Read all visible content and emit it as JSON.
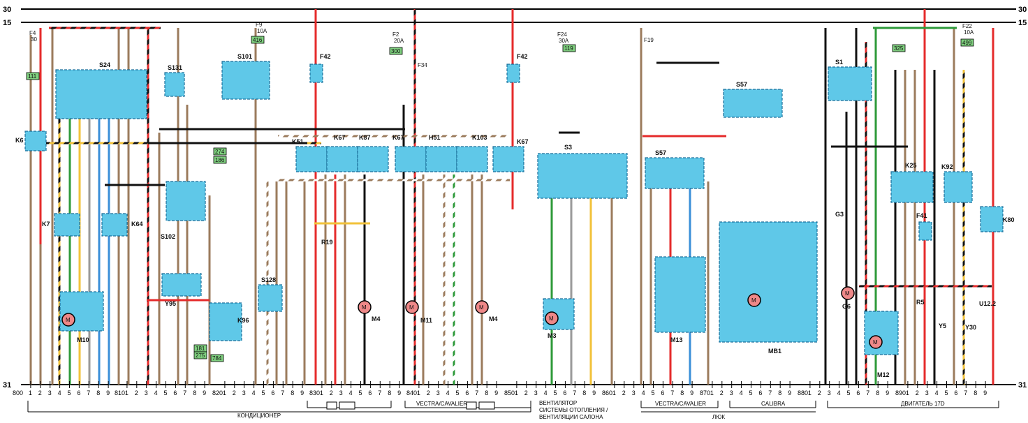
{
  "rails": {
    "top": "30",
    "second": "15",
    "ground": "31"
  },
  "colors": {
    "component": "#5fc8e8",
    "red": "#e52b2b",
    "black": "#111111",
    "brown": "#9b7b5c",
    "yellow": "#f2c23a",
    "green": "#2e9a3a",
    "blue": "#3a8fd8",
    "gray": "#9a9a9a",
    "pink": "#d88aa0",
    "box": "#7fd07f"
  },
  "blocks": [
    {
      "id": "800",
      "label": "800"
    },
    {
      "id": "810",
      "label": "810"
    },
    {
      "id": "820",
      "label": "820"
    },
    {
      "id": "830",
      "label": "830"
    },
    {
      "id": "840",
      "label": "840"
    },
    {
      "id": "850",
      "label": "850"
    },
    {
      "id": "860",
      "label": "860"
    },
    {
      "id": "870",
      "label": "870"
    },
    {
      "id": "880",
      "label": "880"
    },
    {
      "id": "890",
      "label": "890"
    }
  ],
  "groups": [
    {
      "id": "g1",
      "label": "КОНДИЦИОНЕР"
    },
    {
      "id": "g2",
      "label": "VECTRA/CAVALIER"
    },
    {
      "id": "g3a",
      "label": "ВЕНТИЛЯТОР"
    },
    {
      "id": "g3b",
      "label": "СИСТЕМЫ ОТОПЛЕНИЯ /"
    },
    {
      "id": "g3c",
      "label": "ВЕНТИЛЯЦИИ САЛОНА"
    },
    {
      "id": "g4",
      "label": "VECTRA/CAVALIER"
    },
    {
      "id": "g5",
      "label": "CALIBRA"
    },
    {
      "id": "g6",
      "label": "ЛЮК"
    },
    {
      "id": "g7",
      "label": "ДВИГАТЕЛЬ 17D"
    }
  ],
  "components": [
    {
      "id": "S24",
      "label": "S24"
    },
    {
      "id": "S131",
      "label": "S131"
    },
    {
      "id": "S101",
      "label": "S101"
    },
    {
      "id": "K6",
      "label": "K6"
    },
    {
      "id": "K7",
      "label": "K7"
    },
    {
      "id": "K64",
      "label": "K64"
    },
    {
      "id": "M10",
      "label": "M10"
    },
    {
      "id": "S102",
      "label": "S102"
    },
    {
      "id": "Y95",
      "label": "Y95"
    },
    {
      "id": "K96",
      "label": "K96"
    },
    {
      "id": "S128",
      "label": "S128"
    },
    {
      "id": "F42a",
      "label": "F42"
    },
    {
      "id": "K51a",
      "label": "K51"
    },
    {
      "id": "K67a",
      "label": "K67"
    },
    {
      "id": "K87",
      "label": "K87"
    },
    {
      "id": "K67b",
      "label": "K67"
    },
    {
      "id": "H51",
      "label": "H51"
    },
    {
      "id": "K103",
      "label": "K103"
    },
    {
      "id": "K67c",
      "label": "K67"
    },
    {
      "id": "F42b",
      "label": "F42"
    },
    {
      "id": "M4a",
      "label": "M4"
    },
    {
      "id": "M11",
      "label": "M11"
    },
    {
      "id": "M4b",
      "label": "M4"
    },
    {
      "id": "S3",
      "label": "S3"
    },
    {
      "id": "M3",
      "label": "M3"
    },
    {
      "id": "S57a",
      "label": "S57"
    },
    {
      "id": "S57b",
      "label": "S57"
    },
    {
      "id": "M13",
      "label": "M13"
    },
    {
      "id": "MB1",
      "label": "MB1"
    },
    {
      "id": "S1",
      "label": "S1"
    },
    {
      "id": "K25",
      "label": "K25"
    },
    {
      "id": "K92",
      "label": "K92"
    },
    {
      "id": "K80",
      "label": "K80"
    },
    {
      "id": "G3",
      "label": "G3"
    },
    {
      "id": "G6",
      "label": "G6"
    },
    {
      "id": "M12",
      "label": "M12"
    },
    {
      "id": "Y5",
      "label": "Y5"
    },
    {
      "id": "Y30",
      "label": "Y30"
    },
    {
      "id": "U12",
      "label": "U12.2"
    },
    {
      "id": "F41",
      "label": "F41"
    },
    {
      "id": "R5",
      "label": "R5"
    },
    {
      "id": "R19",
      "label": "R19"
    }
  ],
  "fuses": [
    {
      "id": "F4",
      "label": "F4",
      "value": "30"
    },
    {
      "id": "F9",
      "label": "F9",
      "value": "10A"
    },
    {
      "id": "F2",
      "label": "F2",
      "value": "20A"
    },
    {
      "id": "F34",
      "label": "F34",
      "value": ""
    },
    {
      "id": "F24",
      "label": "F24",
      "value": "30A"
    },
    {
      "id": "F19",
      "label": "F19",
      "value": ""
    },
    {
      "id": "F22",
      "label": "F22",
      "value": "10A"
    }
  ],
  "codes": [
    {
      "id": "c111",
      "label": "111"
    },
    {
      "id": "c416",
      "label": "416"
    },
    {
      "id": "c300",
      "label": "300"
    },
    {
      "id": "c119",
      "label": "119"
    },
    {
      "id": "c325",
      "label": "325"
    },
    {
      "id": "c499",
      "label": "499"
    },
    {
      "id": "c274",
      "label": "274"
    },
    {
      "id": "c186",
      "label": "186"
    },
    {
      "id": "c181",
      "label": "181"
    },
    {
      "id": "c275",
      "label": "275"
    },
    {
      "id": "c784",
      "label": "784"
    }
  ]
}
